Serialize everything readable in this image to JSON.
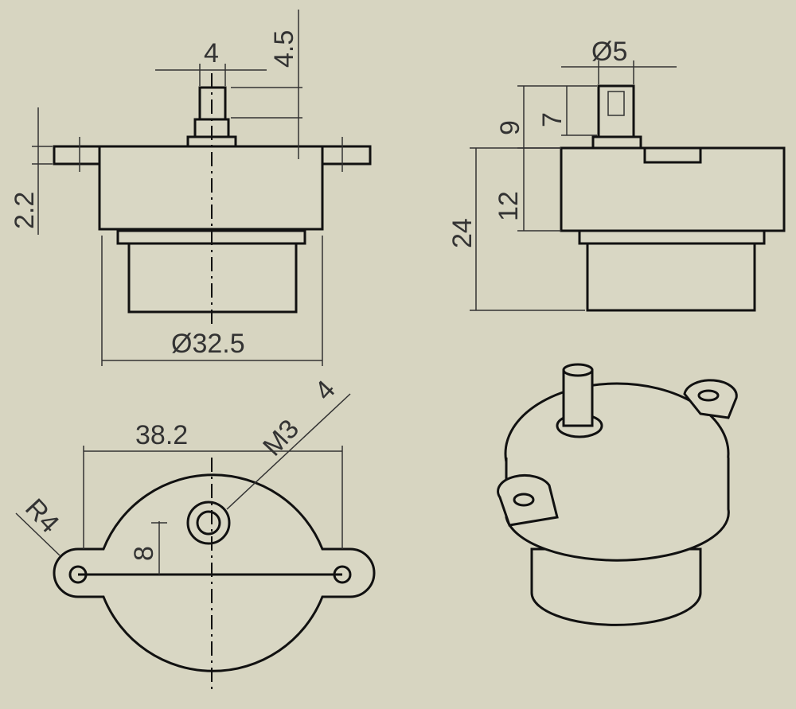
{
  "front_view": {
    "shaft_width": "4",
    "shaft_length": "4.5",
    "flange_thickness": "2.2",
    "body_diameter": "Ø32.5"
  },
  "side_view": {
    "shaft_diameter": "Ø5",
    "shaft_length": "9",
    "flat_length": "7",
    "body_height": "12",
    "total_height": "24"
  },
  "top_view": {
    "hole_spacing": "38.2",
    "thread": "M3",
    "thread_depth": "4",
    "ear_radius": "R4",
    "shaft_offset": "8"
  },
  "colors": {
    "background": "#d7d5c1",
    "lines": "#111111"
  }
}
